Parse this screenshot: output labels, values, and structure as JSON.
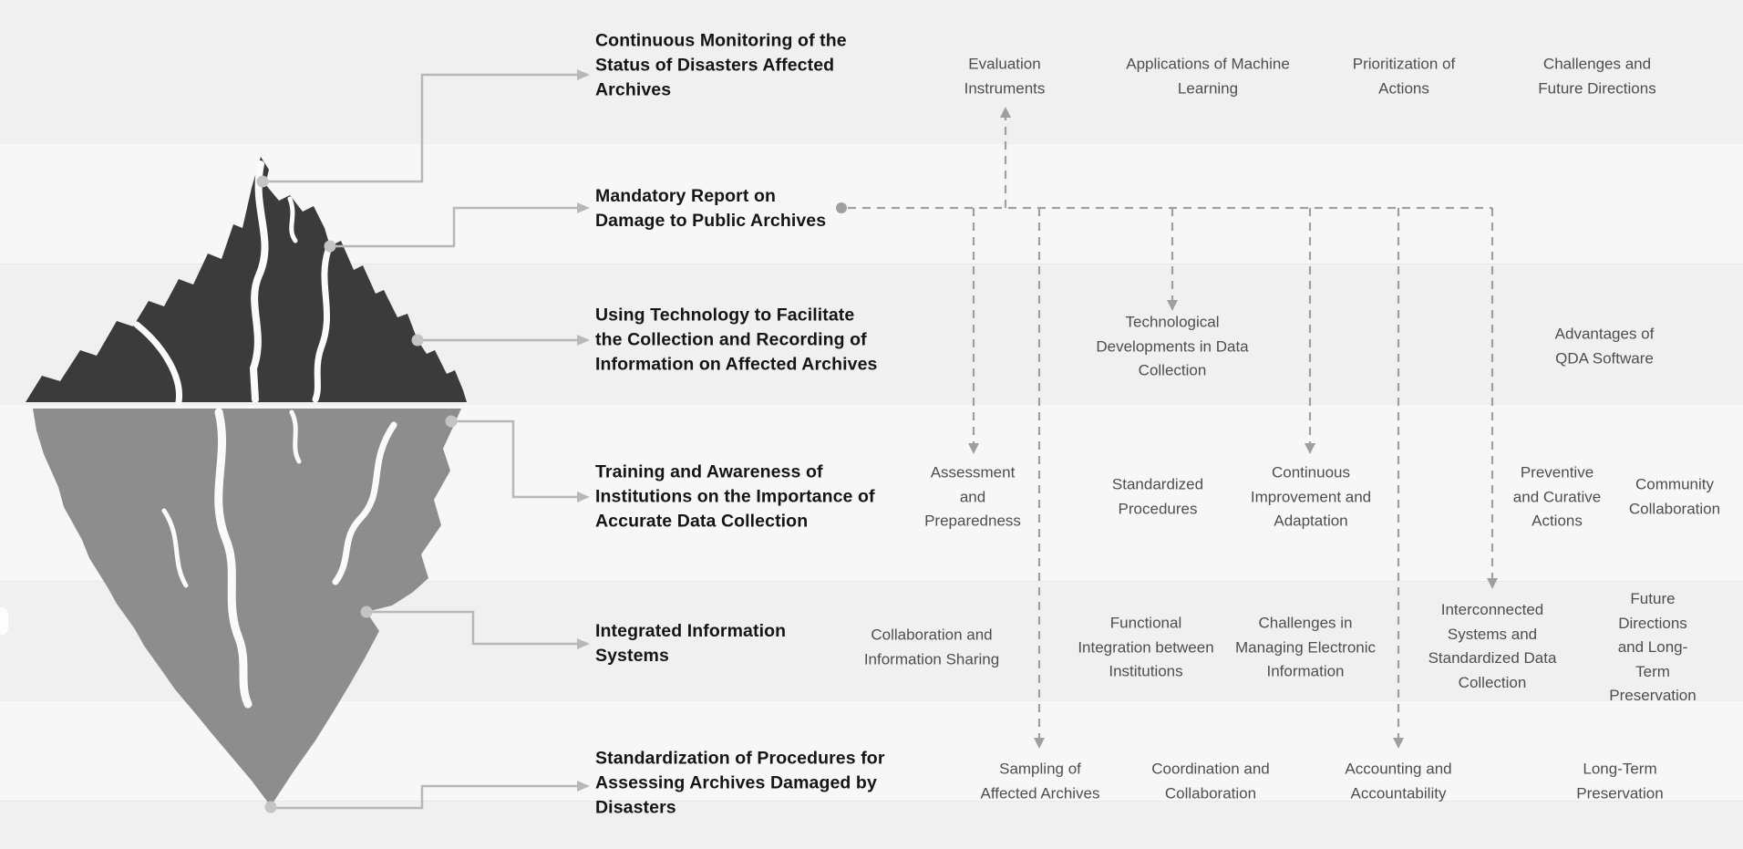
{
  "diagram_title": "Iceberg concept diagram — disaster-affected archives data collection",
  "headings": [
    {
      "id": "continuous-monitoring",
      "text": "Continuous Monitoring of the\nStatus of Disasters Affected\nArchives"
    },
    {
      "id": "mandatory-report",
      "text": "Mandatory Report on\nDamage to Public Archives"
    },
    {
      "id": "using-technology",
      "text": "Using Technology to Facilitate\nthe Collection and Recording of\nInformation on Affected Archives"
    },
    {
      "id": "training-awareness",
      "text": "Training and Awareness of\nInstitutions on the Importance of\nAccurate Data Collection"
    },
    {
      "id": "integrated-systems",
      "text": "Integrated Information\nSystems"
    },
    {
      "id": "standardization-procedures",
      "text": "Standardization of Procedures for\nAssessing Archives Damaged by\nDisasters"
    }
  ],
  "labels": [
    {
      "id": "evaluation-instruments",
      "text": "Evaluation\nInstruments"
    },
    {
      "id": "applications-machine-learning",
      "text": "Applications of Machine\nLearning"
    },
    {
      "id": "prioritization-actions",
      "text": "Prioritization of\nActions"
    },
    {
      "id": "challenges-future-directions",
      "text": "Challenges and\nFuture Directions"
    },
    {
      "id": "technological-developments",
      "text": "Technological\nDevelopments in Data\nCollection"
    },
    {
      "id": "advantages-qda",
      "text": "Advantages of\nQDA Software"
    },
    {
      "id": "assessment-preparedness",
      "text": "Assessment\nand\nPreparedness"
    },
    {
      "id": "standardized-procedures",
      "text": "Standardized\nProcedures"
    },
    {
      "id": "continuous-improvement",
      "text": "Continuous\nImprovement and\nAdaptation"
    },
    {
      "id": "preventive-curative",
      "text": "Preventive\nand Curative\nActions"
    },
    {
      "id": "community-collaboration",
      "text": "Community\nCollaboration"
    },
    {
      "id": "collaboration-information-sharing",
      "text": "Collaboration and\nInformation Sharing"
    },
    {
      "id": "functional-integration",
      "text": "Functional\nIntegration between\nInstitutions"
    },
    {
      "id": "challenges-electronic-information",
      "text": "Challenges in\nManaging Electronic\nInformation"
    },
    {
      "id": "interconnected-systems",
      "text": "Interconnected\nSystems and\nStandardized Data\nCollection"
    },
    {
      "id": "future-directions-preservation",
      "text": "Future Directions\nand Long-Term\nPreservation"
    },
    {
      "id": "sampling-affected-archives",
      "text": "Sampling of\nAffected Archives"
    },
    {
      "id": "coordination-collaboration",
      "text": "Coordination and\nCollaboration"
    },
    {
      "id": "accounting-accountability",
      "text": "Accounting and\nAccountability"
    },
    {
      "id": "long-term-preservation",
      "text": "Long-Term\nPreservation"
    }
  ],
  "colors": {
    "stripe_gray": "#f0f0f1",
    "stripe_light": "#f7f7f8",
    "iceberg_above_water": "#3b3b3b",
    "iceberg_below_water": "#8d8d8d",
    "solid_connector": "#b8b8b8",
    "connector_dot": "#c4c4c4",
    "dashed_connector": "#9f9f9f",
    "heading_text": "#151515",
    "label_text": "#4e4e4e"
  }
}
